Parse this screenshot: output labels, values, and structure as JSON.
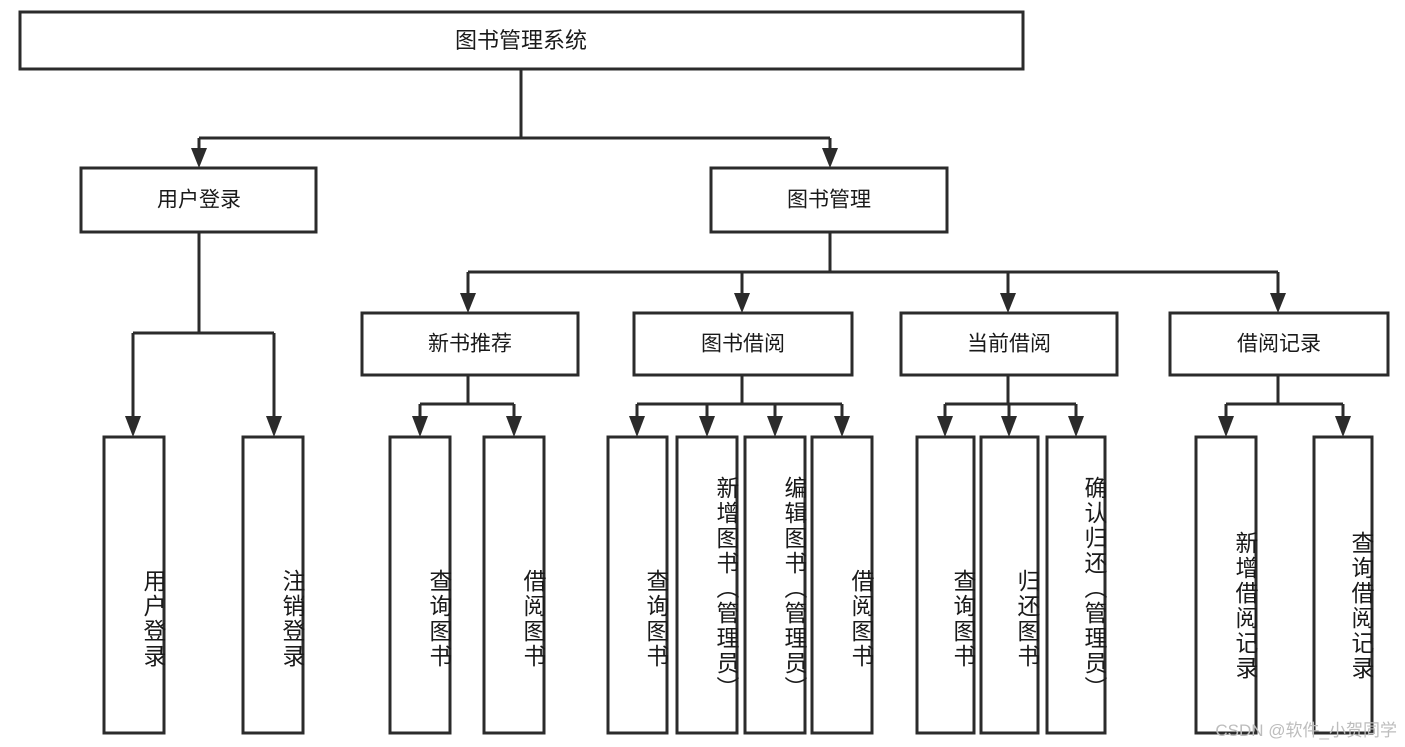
{
  "diagram": {
    "type": "tree",
    "title": "图书管理系统",
    "watermark": "CSDN @软件_小贺同学",
    "colors": {
      "box_stroke": "#2b2b2b",
      "box_fill": "#ffffff",
      "text": "#1a1a1a",
      "background": "#ffffff",
      "watermark": "#bdbdbd"
    },
    "root": {
      "label": "图书管理系统",
      "level": 1
    },
    "level2": [
      {
        "label": "用户登录"
      },
      {
        "label": "图书管理"
      }
    ],
    "level3": [
      {
        "label": "新书推荐"
      },
      {
        "label": "图书借阅"
      },
      {
        "label": "当前借阅"
      },
      {
        "label": "借阅记录"
      }
    ],
    "leaves": {
      "user_login": [
        {
          "label": "用户登录"
        },
        {
          "label": "注销登录"
        }
      ],
      "new_book_recommend": [
        {
          "label": "查询图书"
        },
        {
          "label": "借阅图书"
        }
      ],
      "book_borrow": [
        {
          "label": "查询图书"
        },
        {
          "label": "新增图书（管理员）"
        },
        {
          "label": "编辑图书（管理员）"
        },
        {
          "label": "借阅图书"
        }
      ],
      "current_borrow": [
        {
          "label": "查询图书"
        },
        {
          "label": "归还图书"
        },
        {
          "label": "确认归还（管理员）"
        }
      ],
      "borrow_records": [
        {
          "label": "新增借阅记录"
        },
        {
          "label": "查询借阅记录"
        }
      ]
    }
  }
}
